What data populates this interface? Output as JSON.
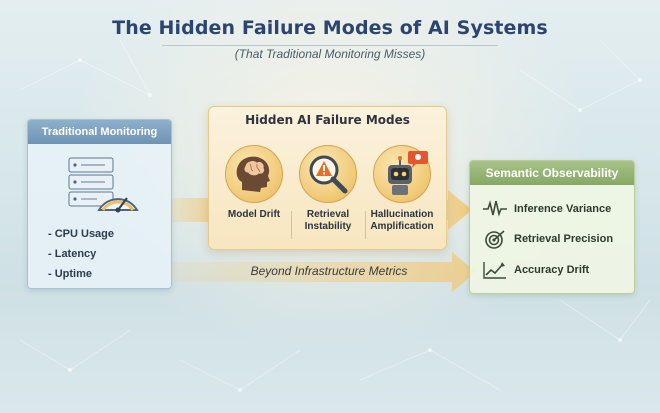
{
  "header": {
    "title": "The Hidden Failure Modes of AI Systems",
    "subtitle": "(That Traditional Monitoring Misses)"
  },
  "traditional": {
    "title": "Traditional Monitoring",
    "icon": "server-speedometer-icon",
    "items": [
      "- CPU Usage",
      "- Latency",
      "- Uptime"
    ]
  },
  "hidden": {
    "title": "Hidden AI Failure Modes",
    "modes": [
      {
        "label_line1": "Model Drift",
        "label_line2": "",
        "icon": "brain-head-icon"
      },
      {
        "label_line1": "Retrieval",
        "label_line2": "Instability",
        "icon": "warning-magnifier-icon"
      },
      {
        "label_line1": "Hallucination",
        "label_line2": "Amplification",
        "icon": "robot-speech-icon"
      }
    ]
  },
  "semantic": {
    "title": "Semantic Observability",
    "items": [
      {
        "label": "Inference Variance",
        "icon": "waveform-icon"
      },
      {
        "label": "Retrieval Precision",
        "icon": "target-icon"
      },
      {
        "label": "Accuracy Drift",
        "icon": "trend-chart-icon"
      }
    ]
  },
  "bottom_label": "Beyond Infrastructure Metrics",
  "colors": {
    "title": "#2b4470",
    "arrow": "#f2c877",
    "traditional_header": "#7f9fbf",
    "semantic_header": "#94b474",
    "hidden_panel": "#f8e9c8"
  }
}
